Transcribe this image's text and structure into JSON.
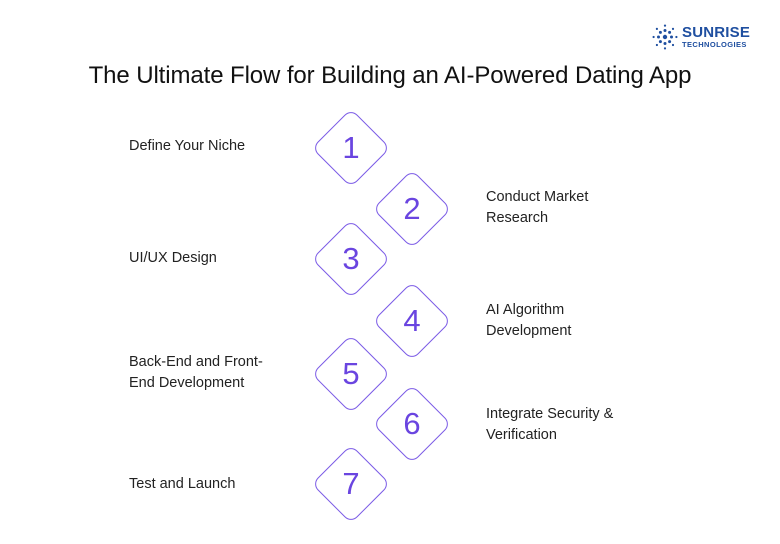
{
  "brand": {
    "name": "SUNRISE",
    "subtitle": "TECHNOLOGIES",
    "icon": "sunrise-logo-icon",
    "color": "#1f4fa0"
  },
  "title": "The Ultimate Flow for Building an AI-Powered Dating App",
  "accent_color": "#7b5be6",
  "steps": [
    {
      "number": "1",
      "label": "Define Your Niche",
      "side": "left"
    },
    {
      "number": "2",
      "label": "Conduct Market Research",
      "side": "right"
    },
    {
      "number": "3",
      "label": "UI/UX Design",
      "side": "left"
    },
    {
      "number": "4",
      "label": "AI Algorithm Development",
      "side": "right"
    },
    {
      "number": "5",
      "label": "Back-End and Front-End Development",
      "side": "left"
    },
    {
      "number": "6",
      "label": "Integrate Security & Verification",
      "side": "right"
    },
    {
      "number": "7",
      "label": "Test and Launch",
      "side": "left"
    }
  ]
}
